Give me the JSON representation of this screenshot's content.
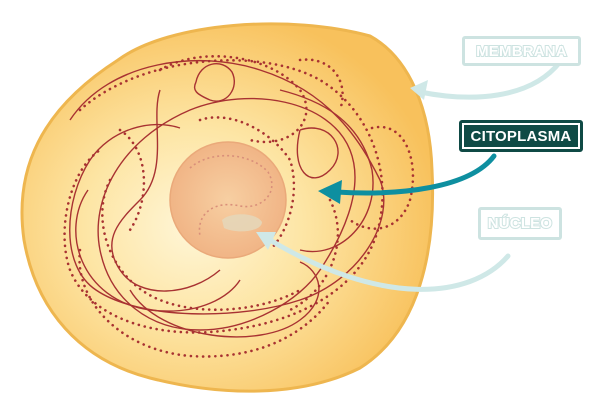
{
  "labels": {
    "membrana": "MEMBRANA",
    "citoplasma": "CITOPLASMA",
    "nucleo": "NÚCLEO"
  },
  "colors": {
    "cell_fill_outer": "#f8c15c",
    "cell_fill_inner": "#fff1c9",
    "cell_outline": "#e8b048",
    "nucleus_fill": "#f2b98a",
    "chromosome": "#a83232",
    "arrow_active": "#0e8fa0",
    "arrow_faded": "#cfe8e7",
    "label_active_bg": "#0f4a45"
  },
  "highlighted": "citoplasma"
}
